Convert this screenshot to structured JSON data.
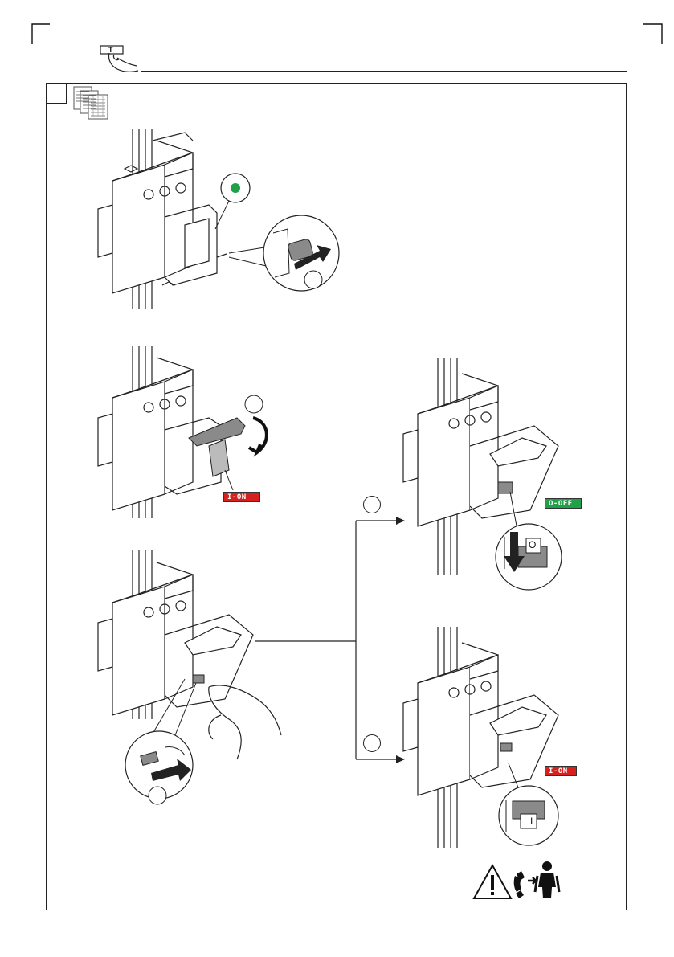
{
  "header": {
    "t_key_label": "T"
  },
  "labels": {
    "on_tag_1": "I-ON",
    "off_tag": "O-OFF",
    "on_tag_2": "I-ON",
    "off_symbol": "O",
    "on_symbol": "I"
  },
  "icons": {
    "corner_marks": "crop-corner-icon",
    "t_button": "test-button-hand-icon",
    "manual": "manual-pages-icon",
    "warning": "warning-triangle-icon",
    "service": "service-technician-icon"
  },
  "colors": {
    "on_red": "#d6211f",
    "off_green": "#21a04a",
    "led_green": "#21a04a",
    "device_gray": "#8a8a8a"
  }
}
